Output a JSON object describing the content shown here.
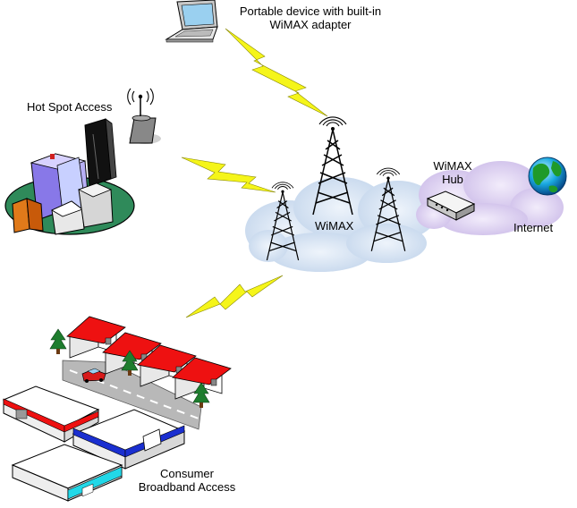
{
  "labels": {
    "portable_line1": "Portable device with built-in",
    "portable_line2": "WiMAX adapter",
    "hotspot": "Hot Spot Access",
    "wimax": "WiMAX",
    "hub_line1": "WiMAX",
    "hub_line2": "Hub",
    "internet": "Internet",
    "consumer_line1": "Consumer",
    "consumer_line2": "Broadband Access"
  },
  "colors": {
    "lightning": "#f5f51a",
    "cloud_blue": "#cfe0f0",
    "cloud_purple": "#d8c8ee",
    "roof_red": "#ee1111",
    "tree_green": "#1e7d2e",
    "ground_green": "#2f8a5a",
    "blue_stripe": "#1a2fd0",
    "cyan_stripe": "#22d8e8"
  },
  "icons": [
    "laptop-icon",
    "antenna-icon",
    "tower-icon",
    "hub-icon",
    "globe-icon",
    "lightning-icon",
    "building-icon",
    "house-icon",
    "tree-icon",
    "car-icon"
  ]
}
